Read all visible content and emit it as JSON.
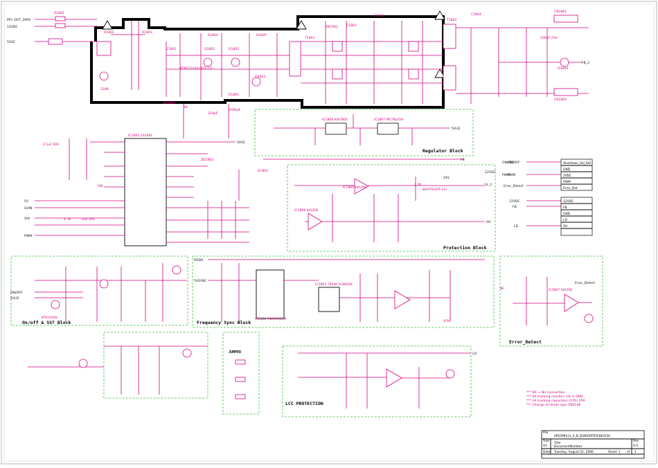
{
  "schematic": {
    "blocks": {
      "regulator": "Regulator Block",
      "protection": "Protection Block",
      "onoff": "On/off & SST Block",
      "freq": "Frequency Sync Block",
      "error": "Error_Detect",
      "jumper": "JUMPER",
      "lcc": "LCC PROTECTION"
    },
    "ports": {
      "in": [
        "PFC-OUT_390V",
        "12VDC",
        "5VSC",
        "5V",
        "GVIN",
        "VIO",
        "PWM",
        "ON/OFF",
        "5VLD",
        "VDDR",
        "5VSYNC"
      ],
      "out": [
        "12VDC",
        "24V",
        "Vr_2",
        "5VLD",
        "FB",
        "OV",
        "LD",
        "FB_2",
        "Error_Detect",
        "ON/OFF",
        "PWM",
        "5VSC"
      ]
    },
    "ics": [
      "IC1801 LX1691",
      "IC1802 74AHC123A",
      "IC1803 74AHC1G86GW",
      "IC1805 KIA358",
      "IC1806 KIA358",
      "IC1807 KIA358",
      "IC1806 KIA7805",
      "IC1807 MC78L05A"
    ],
    "parts": [
      "R1801",
      "R1802",
      "R1803",
      "R1804",
      "R1805",
      "C1801",
      "C1802",
      "C1803",
      "C1804",
      "ZD1801",
      "ZD1802",
      "D1801",
      "D1802",
      "Q1801",
      "Q1802",
      "Q1803",
      "Q1804",
      "T1801",
      "T1802",
      "CN1801",
      "CN1802"
    ],
    "values": [
      "0.1uF 50V",
      "10K",
      "1K",
      "4.7K",
      "100uF 25V",
      "1000pF",
      "330K",
      "NC",
      "47K",
      "1uF 16V",
      "220pF",
      "2.2K",
      "BAV70(SOT-23)",
      "KTN2222AS(SOT-23)",
      "KTA1504S",
      "2N7002"
    ],
    "connector_table": {
      "left": [
        "ON/OFF",
        "PWM",
        "Error_Detect",
        "12VDC",
        "FB",
        "LD"
      ],
      "right": [
        "Shutdown_Vol_Ref",
        "GND",
        "2VDC",
        "PWM",
        "Error_Det",
        "12VDC",
        "FB",
        "GND",
        "LD",
        "OV"
      ]
    },
    "notes": [
      "*** NC = No Connection",
      "*** All marking resistors  1% in SMD",
      "*** All marking capacitors  (X7R) X5R",
      "*** Change all diode type 1N4148"
    ],
    "title_block": {
      "file_label": "File",
      "file": "SPS2MH(1)_A_B_D(INVERTER-BLOCK)",
      "title_label": "Title",
      "title": "DocumentNumber",
      "size_label": "Size",
      "size": "A3",
      "rev_label": "Rev",
      "rev": "0.0",
      "date_label": "Date:",
      "date": "Tuesday, August 01, 2006",
      "sheet_label": "Sheet",
      "sheet": "1",
      "of_label": "of",
      "of": "1"
    }
  }
}
